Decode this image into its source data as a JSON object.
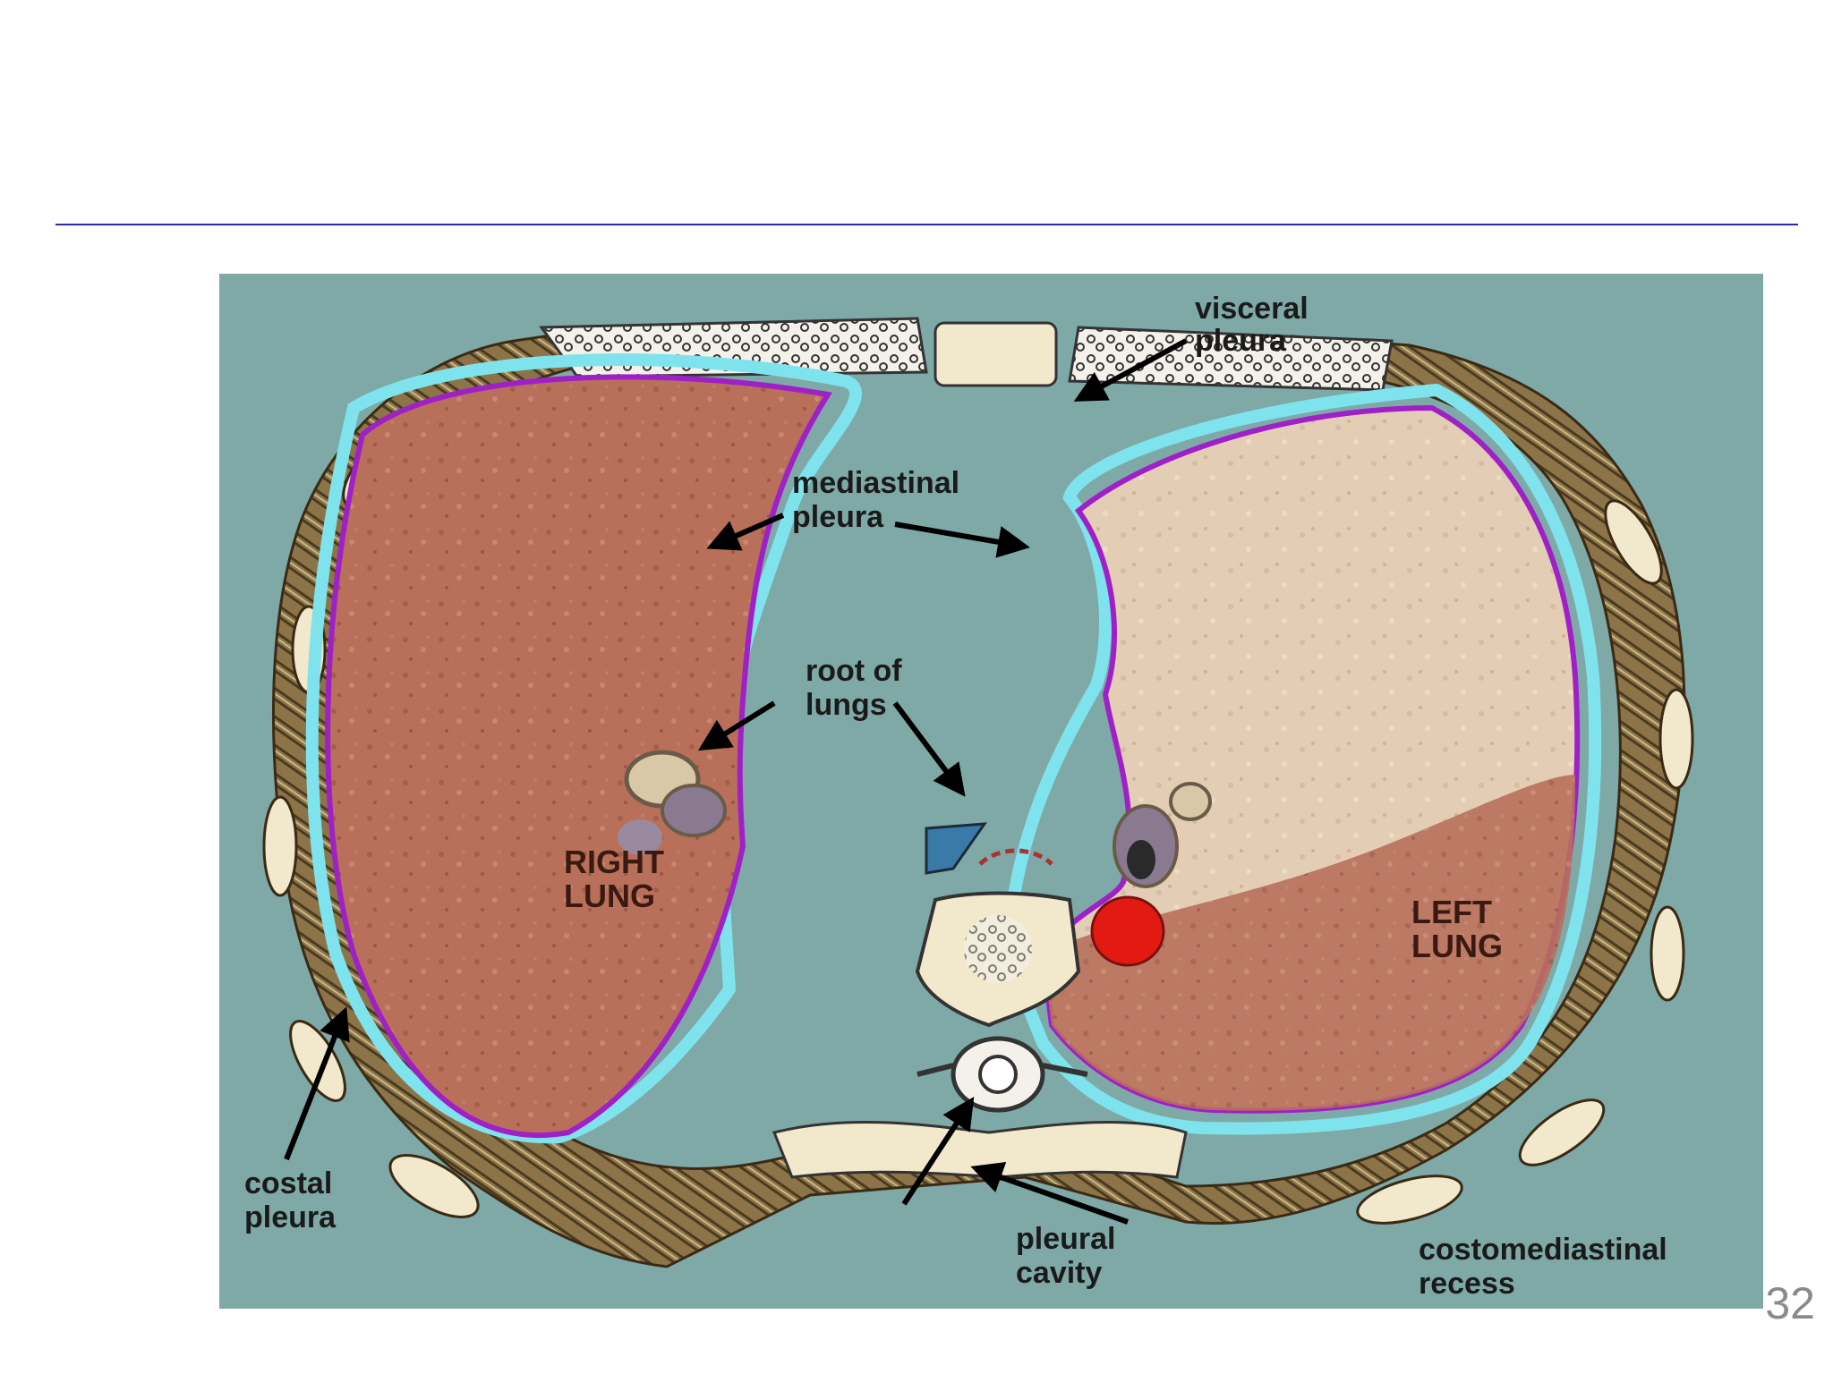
{
  "slide": {
    "page_number": "32"
  },
  "diagram": {
    "labels": {
      "visceral_pleura": [
        "visceral",
        "pleura"
      ],
      "mediastinal_pleura": [
        "mediastinal",
        "pleura"
      ],
      "root_of_lungs": [
        "root of",
        "lungs"
      ],
      "right_lung": [
        "RIGHT",
        "LUNG"
      ],
      "left_lung": [
        "LEFT",
        "LUNG"
      ],
      "costal_pleura": [
        "costal",
        "pleura"
      ],
      "pleural_cavity": [
        "pleural",
        "cavity"
      ],
      "costomediastinal_recess": [
        "costomediastinal",
        "recess"
      ]
    },
    "colors": {
      "background": "#7fa9a6",
      "lung_tissue": "#b8705a",
      "left_lung_upper": "#e3cdb4",
      "parietal_pleura": "#7fe3ee",
      "visceral_pleura": "#a020c8",
      "aorta": "#e21a12",
      "bone": "#f2e8cc",
      "muscle": "#8c7448"
    }
  }
}
